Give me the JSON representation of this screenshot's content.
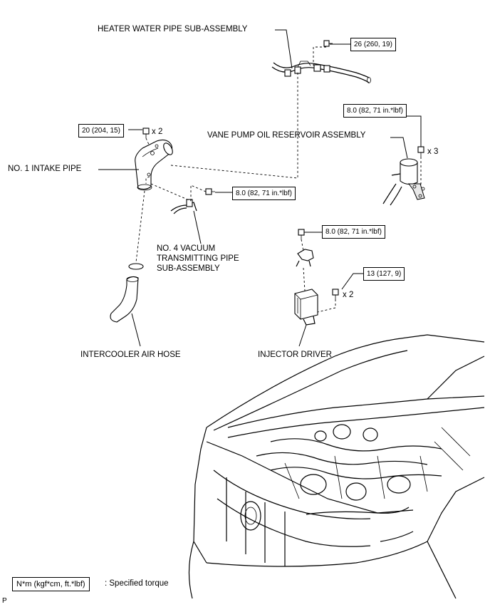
{
  "labels": {
    "heater_water_pipe": "HEATER WATER PIPE SUB-ASSEMBLY",
    "vane_pump": "VANE PUMP OIL RESERVOIR ASSEMBLY",
    "intake_pipe": "NO. 1 INTAKE PIPE",
    "vacuum_pipe_line1": "NO. 4 VACUUM",
    "vacuum_pipe_line2": "TRANSMITTING PIPE",
    "vacuum_pipe_line3": "SUB-ASSEMBLY",
    "intercooler_hose": "INTERCOOLER AIR HOSE",
    "injector_driver": "INJECTOR DRIVER"
  },
  "torques": {
    "heater_pipe_bolt": "26 (260, 19)",
    "intake_pipe_bolt": "20 (204, 15)",
    "vane_pump_bolt": "8.0 (82, 71 in.*lbf)",
    "vacuum_pipe_bolt": "8.0 (82, 71 in.*lbf)",
    "injector_bracket_bolt": "8.0 (82, 71 in.*lbf)",
    "injector_driver_bolt": "13 (127, 9)"
  },
  "quantities": {
    "intake_pipe_bolt": "x 2",
    "vane_pump_bolt": "x 3",
    "injector_driver_bolt": "x 2"
  },
  "legend": {
    "unit_box": "N*m (kgf*cm, ft.*lbf)",
    "description": ": Specified torque"
  },
  "figure_code": "P"
}
